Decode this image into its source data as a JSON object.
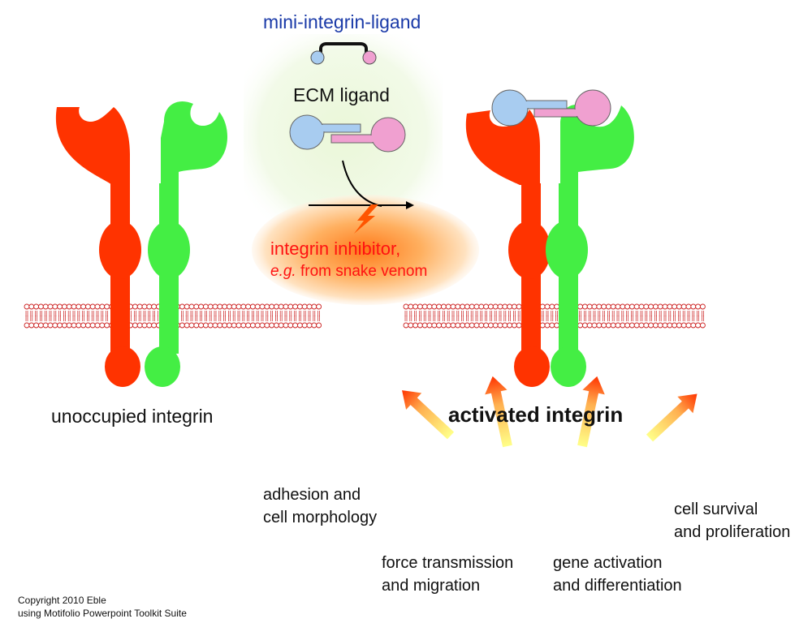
{
  "labels": {
    "mini_ligand": "mini-integrin-ligand",
    "ecm_ligand": "ECM ligand",
    "inhibitor_line1": "integrin inhibitor,",
    "inhibitor_eg": "e.g.",
    "inhibitor_line2_rest": " from snake venom",
    "unoccupied": "unoccupied integrin",
    "activated": "activated integrin"
  },
  "outcomes": [
    {
      "line1": "adhesion and",
      "line2": "cell morphology"
    },
    {
      "line1": "force transmission",
      "line2": "and migration"
    },
    {
      "line1": "gene activation",
      "line2": "and differentiation"
    },
    {
      "line1": "cell survival",
      "line2": "and proliferation"
    }
  ],
  "credits": {
    "line1": "Copyright 2010 Eble",
    "line2": "using Motifolio Powerpoint Toolkit Suite"
  },
  "colors": {
    "alpha_subunit": "#ff3300",
    "beta_subunit": "#44ee44",
    "ligand_blue": "#a8ccf0",
    "ligand_pink": "#f0a0d0",
    "membrane": "#cc2222",
    "title_blue": "#1a3aa8",
    "inhibitor_red": "#ff1111"
  }
}
